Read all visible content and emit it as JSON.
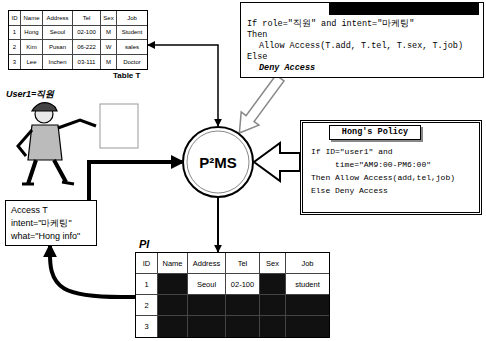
{
  "diagram": {
    "nodes": [
      {
        "text": [
          "Table T"
        ]
      },
      {
        "text": [
          "If role=\"직원\" and intent=\"마케팅\"",
          "Then",
          "Allow Access(T.add, T.tel, T.sex, T.job)",
          "Else",
          "Deny Access"
        ]
      },
      {
        "text": [
          "P²MS"
        ]
      },
      {
        "text": [
          "If ID=\"user1\" and",
          "time=\"AM9:00-PM6:00\"",
          "Then Allow Access(add,tel,job)",
          "Else Deny Access"
        ]
      },
      {
        "text": [
          "Hong's Policy"
        ],
        "in": 3
      },
      {
        "text": [
          "Access T",
          "intent=\"마케팅\"",
          "what=\"Hong info\""
        ]
      },
      {
        "text": [
          "PI"
        ]
      }
    ],
    "edges": [
      {
        "from": 0,
        "to": 2,
        "arrow": "both"
      },
      {
        "from": 1,
        "to": 2,
        "arrow": "to"
      },
      {
        "from": 3,
        "to": 2,
        "arrow": "to"
      },
      {
        "from": 5,
        "to": 2,
        "arrow": "to"
      },
      {
        "from": 2,
        "to": 6,
        "arrow": "to"
      },
      {
        "from": 6,
        "to": 5,
        "arrow": "to"
      }
    ],
    "labels": [
      "User1=직원",
      "ID",
      "Name",
      "Address",
      "Tel",
      "Sex",
      "Job",
      "1",
      "Hong",
      "Seoul",
      "02-100",
      "M",
      "Student",
      "2",
      "Kim",
      "Pusan",
      "06-222",
      "W",
      "sales",
      "3",
      "Lee",
      "Inchen",
      "03-111",
      "M",
      "Doctor",
      "ID",
      "Name",
      "Address",
      "Tel",
      "Sex",
      "Job",
      "1",
      "Seoul",
      "02-100",
      "student",
      "2",
      "3"
    ]
  }
}
